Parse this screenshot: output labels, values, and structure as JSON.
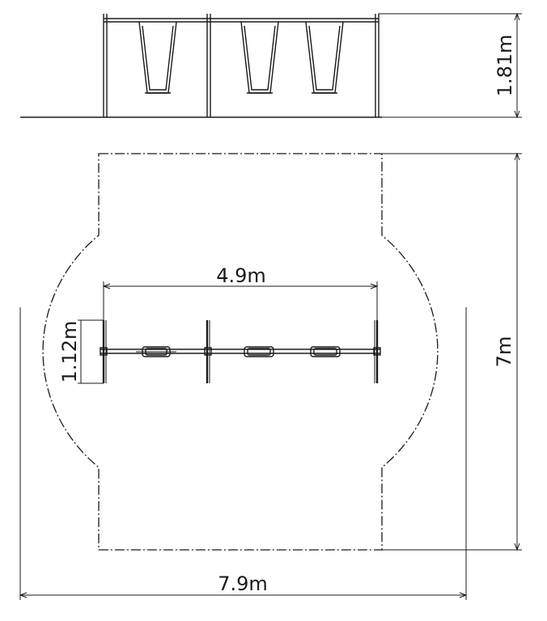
{
  "dimensions": {
    "overall_width": "7.9m",
    "overall_length": "7m",
    "frame_length": "4.9m",
    "frame_depth": "1.12m",
    "frame_height": "1.81m"
  },
  "colors": {
    "line": "#1a1a1a",
    "background": "#ffffff"
  }
}
